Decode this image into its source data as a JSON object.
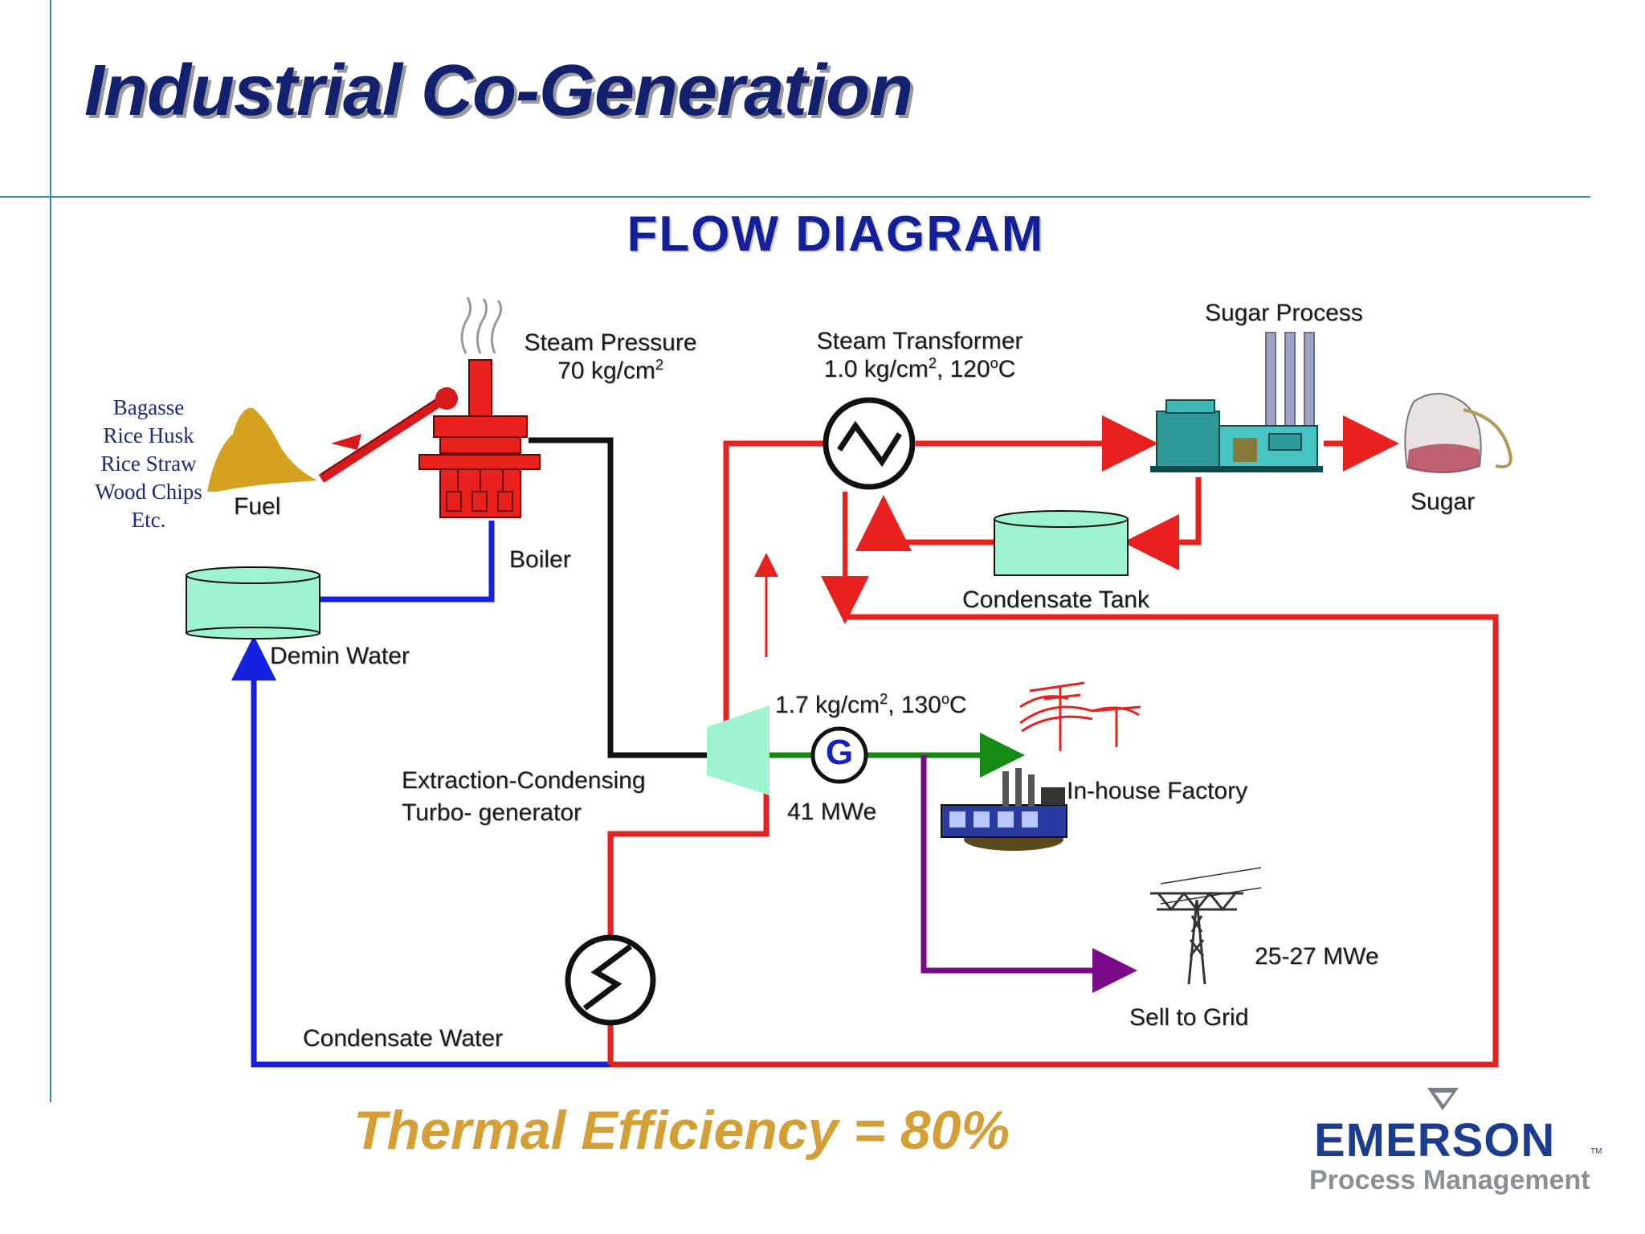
{
  "slide": {
    "title": "Industrial Co-Generation",
    "subtitle": "FLOW DIAGRAM",
    "footer": "Thermal Efficiency = 80%"
  },
  "fuel_types": [
    "Bagasse",
    "Rice Husk",
    "Rice Straw",
    "Wood Chips",
    "Etc."
  ],
  "labels": {
    "fuel": "Fuel",
    "steam_pressure_line1": "Steam Pressure",
    "steam_pressure_line2": "70 kg/cm",
    "steam_pressure_sup": "2",
    "boiler": "Boiler",
    "demin_water": "Demin Water",
    "steam_transformer_line1": "Steam Transformer",
    "steam_transformer_line2a": "1.0 kg/cm",
    "steam_transformer_sup1": "2",
    "steam_transformer_line2b": ", 120",
    "steam_transformer_sup2": "o",
    "steam_transformer_line2c": "C",
    "sugar_process": "Sugar Process",
    "sugar": "Sugar",
    "condensate_tank": "Condensate Tank",
    "extraction_a": "1.7 kg/cm",
    "extraction_sup1": "2",
    "extraction_b": ", 130",
    "extraction_sup2": "o",
    "extraction_c": "C",
    "generator_symbol": "G",
    "generator_output": "41 MWe",
    "turbine_line1": "Extraction-Condensing",
    "turbine_line2": "Turbo- generator",
    "inhouse_factory": "In-house Factory",
    "grid_output": "25-27 MWe",
    "sell_to_grid": "Sell to Grid",
    "condensate_water": "Condensate Water"
  },
  "logo": {
    "name": "EMERSON",
    "tm": "TM",
    "tagline": "Process Management"
  },
  "colors": {
    "title": "#12206e",
    "flow_title": "#13209a",
    "steam_line": "#e8201e",
    "water_line": "#1420e0",
    "exhaust_line": "#111111",
    "power_line": "#138a13",
    "grid_line": "#7a0a8a",
    "boiler": "#e8201e",
    "tank_fill": "#9ef3d0",
    "fuel_pile": "#d4a21e",
    "efficiency": "#d4a035",
    "brand": "#1c3d8f"
  }
}
